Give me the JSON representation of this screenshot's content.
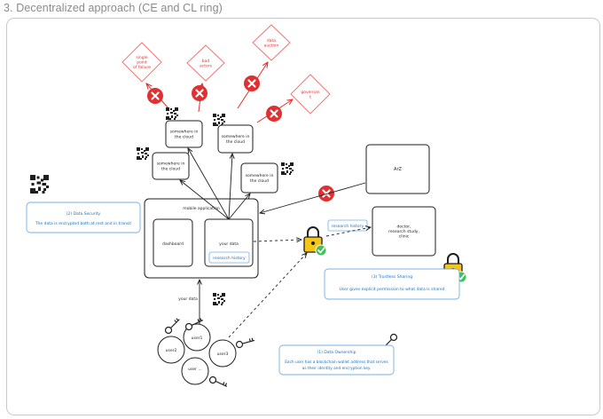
{
  "page": {
    "heading": "3. Decentralized approach (CE and CL ring)"
  },
  "colors": {
    "stroke": "#1e1e1e",
    "red": "#e03131",
    "red_light": "#f47575",
    "blue": "#1971c2",
    "blue_fill": "#ffffff",
    "lock_body": "#f5c518",
    "check_green": "#40c057"
  },
  "risks": [
    {
      "id": "risk-spof",
      "text": [
        "single",
        "point",
        "of failure"
      ]
    },
    {
      "id": "risk-bad-actors",
      "text": [
        "bad",
        "actors"
      ]
    },
    {
      "id": "risk-data-auction",
      "text": [
        "data",
        "auction"
      ]
    },
    {
      "id": "risk-governance",
      "text": [
        "governan",
        "t"
      ]
    }
  ],
  "cloud_nodes": [
    {
      "id": "cloud-1",
      "text": [
        "somewhere in",
        "the cloud"
      ]
    },
    {
      "id": "cloud-2",
      "text": [
        "somewhere in",
        "the cloud"
      ]
    },
    {
      "id": "cloud-3",
      "text": [
        "somewhere in",
        "the cloud"
      ]
    },
    {
      "id": "cloud-4",
      "text": [
        "somewhere in",
        "the cloud"
      ]
    }
  ],
  "external_node": {
    "text": "ArZ"
  },
  "researcher_node": {
    "text": [
      "doctor,",
      "research study,",
      "clinic"
    ]
  },
  "mobile_app": {
    "label": "mobile application",
    "dashboard": "dashboard",
    "your_data": "your data",
    "research_history_btn": "research history"
  },
  "research_history_tag": "research history",
  "your_data_arrow_label": "your data",
  "users": [
    {
      "id": "user1",
      "label": "user1"
    },
    {
      "id": "user2",
      "label": "user2"
    },
    {
      "id": "user3",
      "label": "user3"
    },
    {
      "id": "user-n",
      "label": "user ..."
    }
  ],
  "info_boxes": {
    "security": {
      "title": "(2) Data Security",
      "body": [
        "The data is encrypted both at rest and in transit"
      ]
    },
    "sharing": {
      "title": "(3) Trustless Sharing",
      "body": [
        "User gives explicit permission to what data is shared"
      ]
    },
    "ownership": {
      "title": "(1) Data Ownership",
      "body": [
        "Each user has a blockchain wallet address that serves",
        "as their identity and encryption key."
      ]
    }
  }
}
